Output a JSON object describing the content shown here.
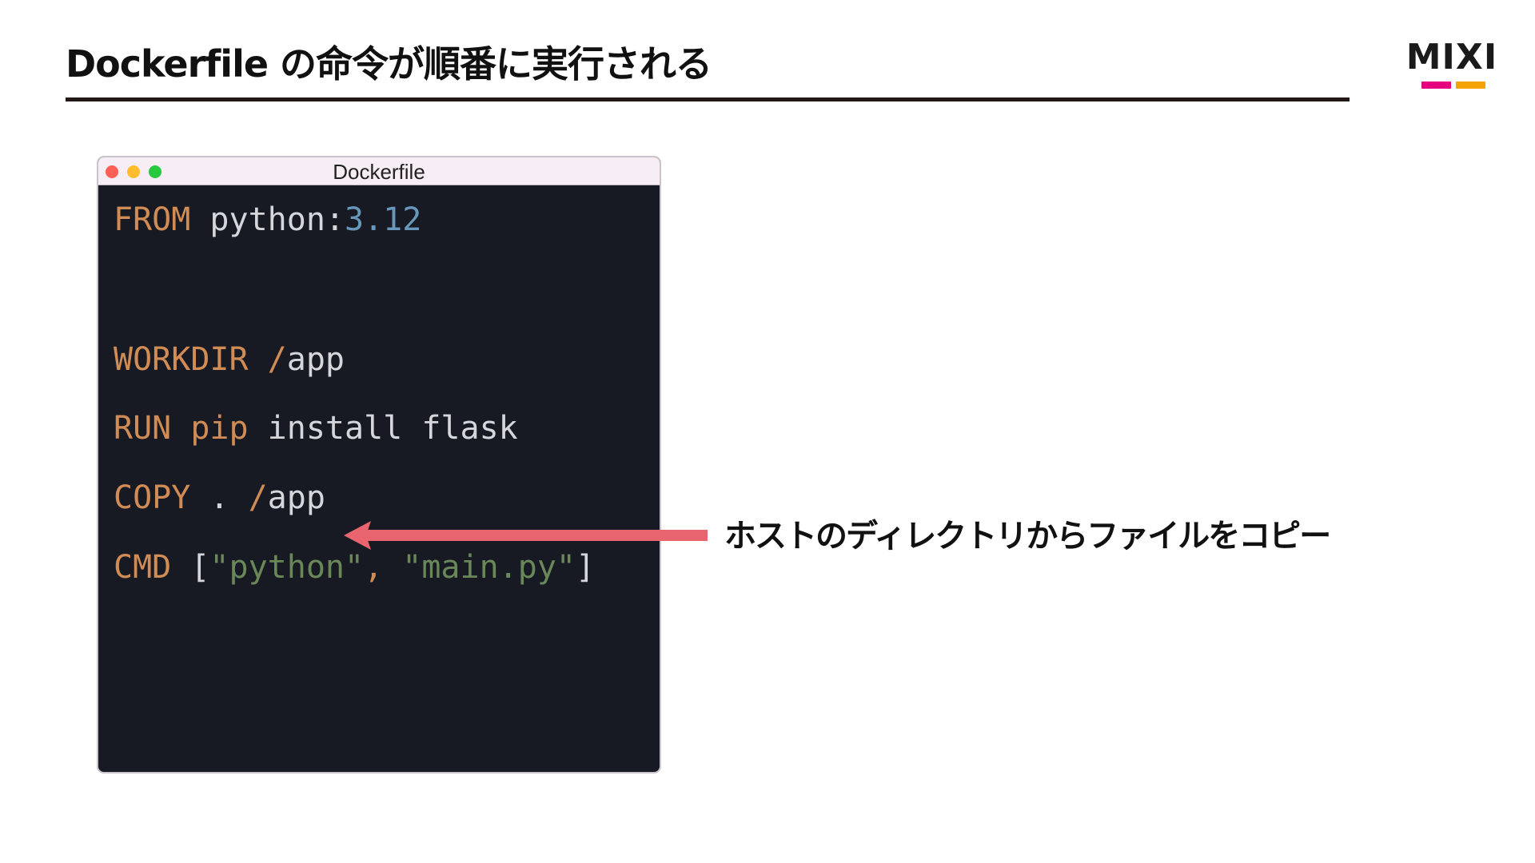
{
  "slide": {
    "title": "Dockerfile の命令が順番に実行される",
    "annotation": "ホストのディレクトリからファイルをコピー"
  },
  "logo": {
    "text": "MIXI",
    "bar_colors": [
      "#e4007f",
      "#f5a300"
    ]
  },
  "window": {
    "title": "Dockerfile",
    "traffic_light_colors": [
      "#ff5f56",
      "#ffbd2e",
      "#27c93f"
    ]
  },
  "code": {
    "line1": {
      "kw": "FROM",
      "text": " python:",
      "num": "3.12"
    },
    "line2": {
      "kw": "WORKDIR",
      "sep": " /",
      "text": "app"
    },
    "line3": {
      "kw": "RUN",
      "str": " pip",
      "text": " install flask"
    },
    "line4": {
      "kw": "COPY",
      "text1": " .",
      "sep": " /",
      "text2": "app"
    },
    "line5": {
      "kw": "CMD",
      "open": " [",
      "s1": "\"python\"",
      "comma": ",",
      "s2": " \"main.py\"",
      "close": "]"
    }
  },
  "colors": {
    "arrow": "#e8646f",
    "code_background": "#171a23",
    "keyword": "#d08c54",
    "number": "#6897bb",
    "string": "#6a8759"
  }
}
